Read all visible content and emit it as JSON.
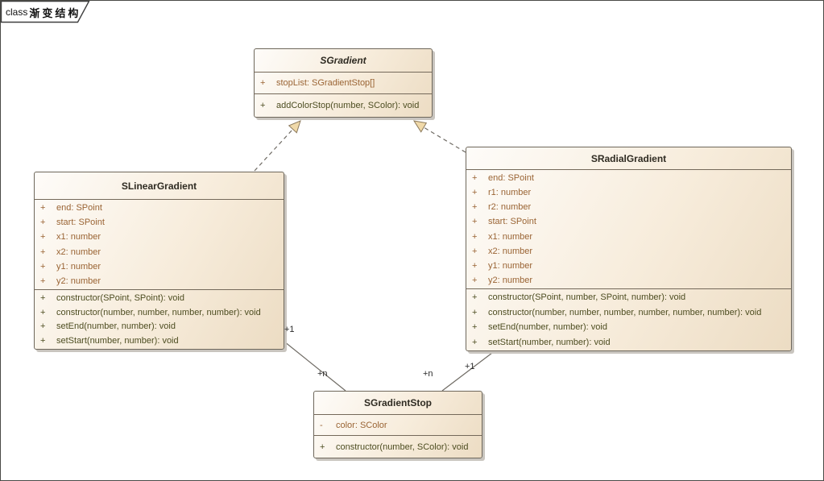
{
  "frame": {
    "keyword": "class",
    "name": "渐变结构"
  },
  "colors": {
    "box_fill_light": "#fefcf9",
    "box_fill_dark": "#ecdcc3",
    "box_border": "#6e675b",
    "attribute_text": "#9a6434",
    "method_text": "#4d4d21",
    "title_text": "#2f2b22",
    "connector": "#6f6b64",
    "arrowhead_fill": "#f0d9a9"
  },
  "classes": [
    {
      "name": "SGradient",
      "abstract": true,
      "attributes": [
        {
          "vis": "+",
          "text": "stopList: SGradientStop[]"
        }
      ],
      "methods": [
        {
          "vis": "+",
          "text": "addColorStop(number, SColor): void"
        }
      ]
    },
    {
      "name": "SLinearGradient",
      "abstract": false,
      "attributes": [
        {
          "vis": "+",
          "text": "end: SPoint"
        },
        {
          "vis": "+",
          "text": "start: SPoint"
        },
        {
          "vis": "+",
          "text": "x1: number"
        },
        {
          "vis": "+",
          "text": "x2: number"
        },
        {
          "vis": "+",
          "text": "y1: number"
        },
        {
          "vis": "+",
          "text": "y2: number"
        }
      ],
      "methods": [
        {
          "vis": "+",
          "text": "constructor(SPoint, SPoint): void"
        },
        {
          "vis": "+",
          "text": "constructor(number, number, number, number): void"
        },
        {
          "vis": "+",
          "text": "setEnd(number, number): void"
        },
        {
          "vis": "+",
          "text": "setStart(number, number): void"
        }
      ]
    },
    {
      "name": "SRadialGradient",
      "abstract": false,
      "attributes": [
        {
          "vis": "+",
          "text": "end: SPoint"
        },
        {
          "vis": "+",
          "text": "r1: number"
        },
        {
          "vis": "+",
          "text": "r2: number"
        },
        {
          "vis": "+",
          "text": "start: SPoint"
        },
        {
          "vis": "+",
          "text": "x1: number"
        },
        {
          "vis": "+",
          "text": "x2: number"
        },
        {
          "vis": "+",
          "text": "y1: number"
        },
        {
          "vis": "+",
          "text": "y2: number"
        }
      ],
      "methods": [
        {
          "vis": "+",
          "text": "constructor(SPoint, number, SPoint, number): void"
        },
        {
          "vis": "+",
          "text": "constructor(number, number, number, number, number, number): void"
        },
        {
          "vis": "+",
          "text": "setEnd(number, number): void"
        },
        {
          "vis": "+",
          "text": "setStart(number, number): void"
        }
      ]
    },
    {
      "name": "SGradientStop",
      "abstract": false,
      "attributes": [
        {
          "vis": "-",
          "text": "color: SColor"
        }
      ],
      "methods": [
        {
          "vis": "+",
          "text": "constructor(number, SColor): void"
        }
      ]
    }
  ],
  "relations": {
    "realizations": [
      {
        "from": "SLinearGradient",
        "to": "SGradient"
      },
      {
        "from": "SRadialGradient",
        "to": "SGradient"
      }
    ],
    "associations": [
      {
        "from": "SLinearGradient",
        "to": "SGradientStop",
        "from_mult": "+1",
        "to_mult": "+n"
      },
      {
        "from": "SRadialGradient",
        "to": "SGradientStop",
        "from_mult": "+1",
        "to_mult": "+n"
      }
    ]
  }
}
